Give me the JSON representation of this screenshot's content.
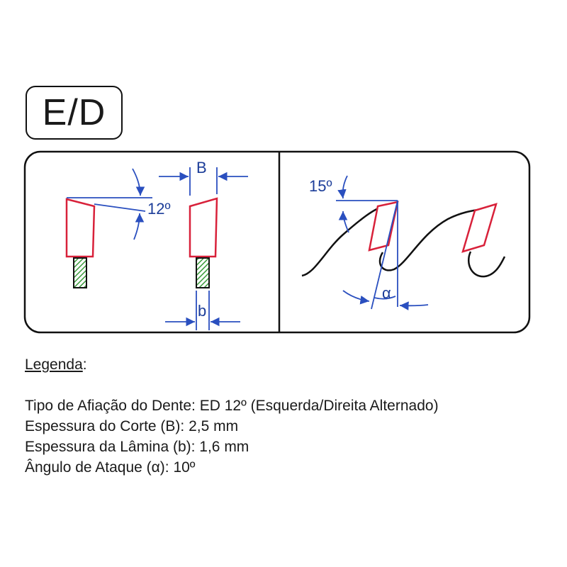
{
  "title": "E/D",
  "diagram": {
    "labels": {
      "hook_angle_left": "12º",
      "width_B": "B",
      "width_b": "b",
      "angle_top_right": "15º",
      "alpha": "α"
    },
    "colors": {
      "tooth_outline": "#d8213a",
      "dimension_lines": "#2a4fbf",
      "blade_body": "#111111",
      "shank_fill": "#3a9a3a"
    }
  },
  "legend": {
    "title": "Legenda",
    "title_suffix": ":",
    "lines": [
      "Tipo de Afiação do Dente: ED 12º (Esquerda/Direita Alternado)",
      "Espessura do Corte (B): 2,5 mm",
      "Espessura da Lâmina (b): 1,6 mm",
      "Ângulo de Ataque (α): 10º"
    ]
  }
}
